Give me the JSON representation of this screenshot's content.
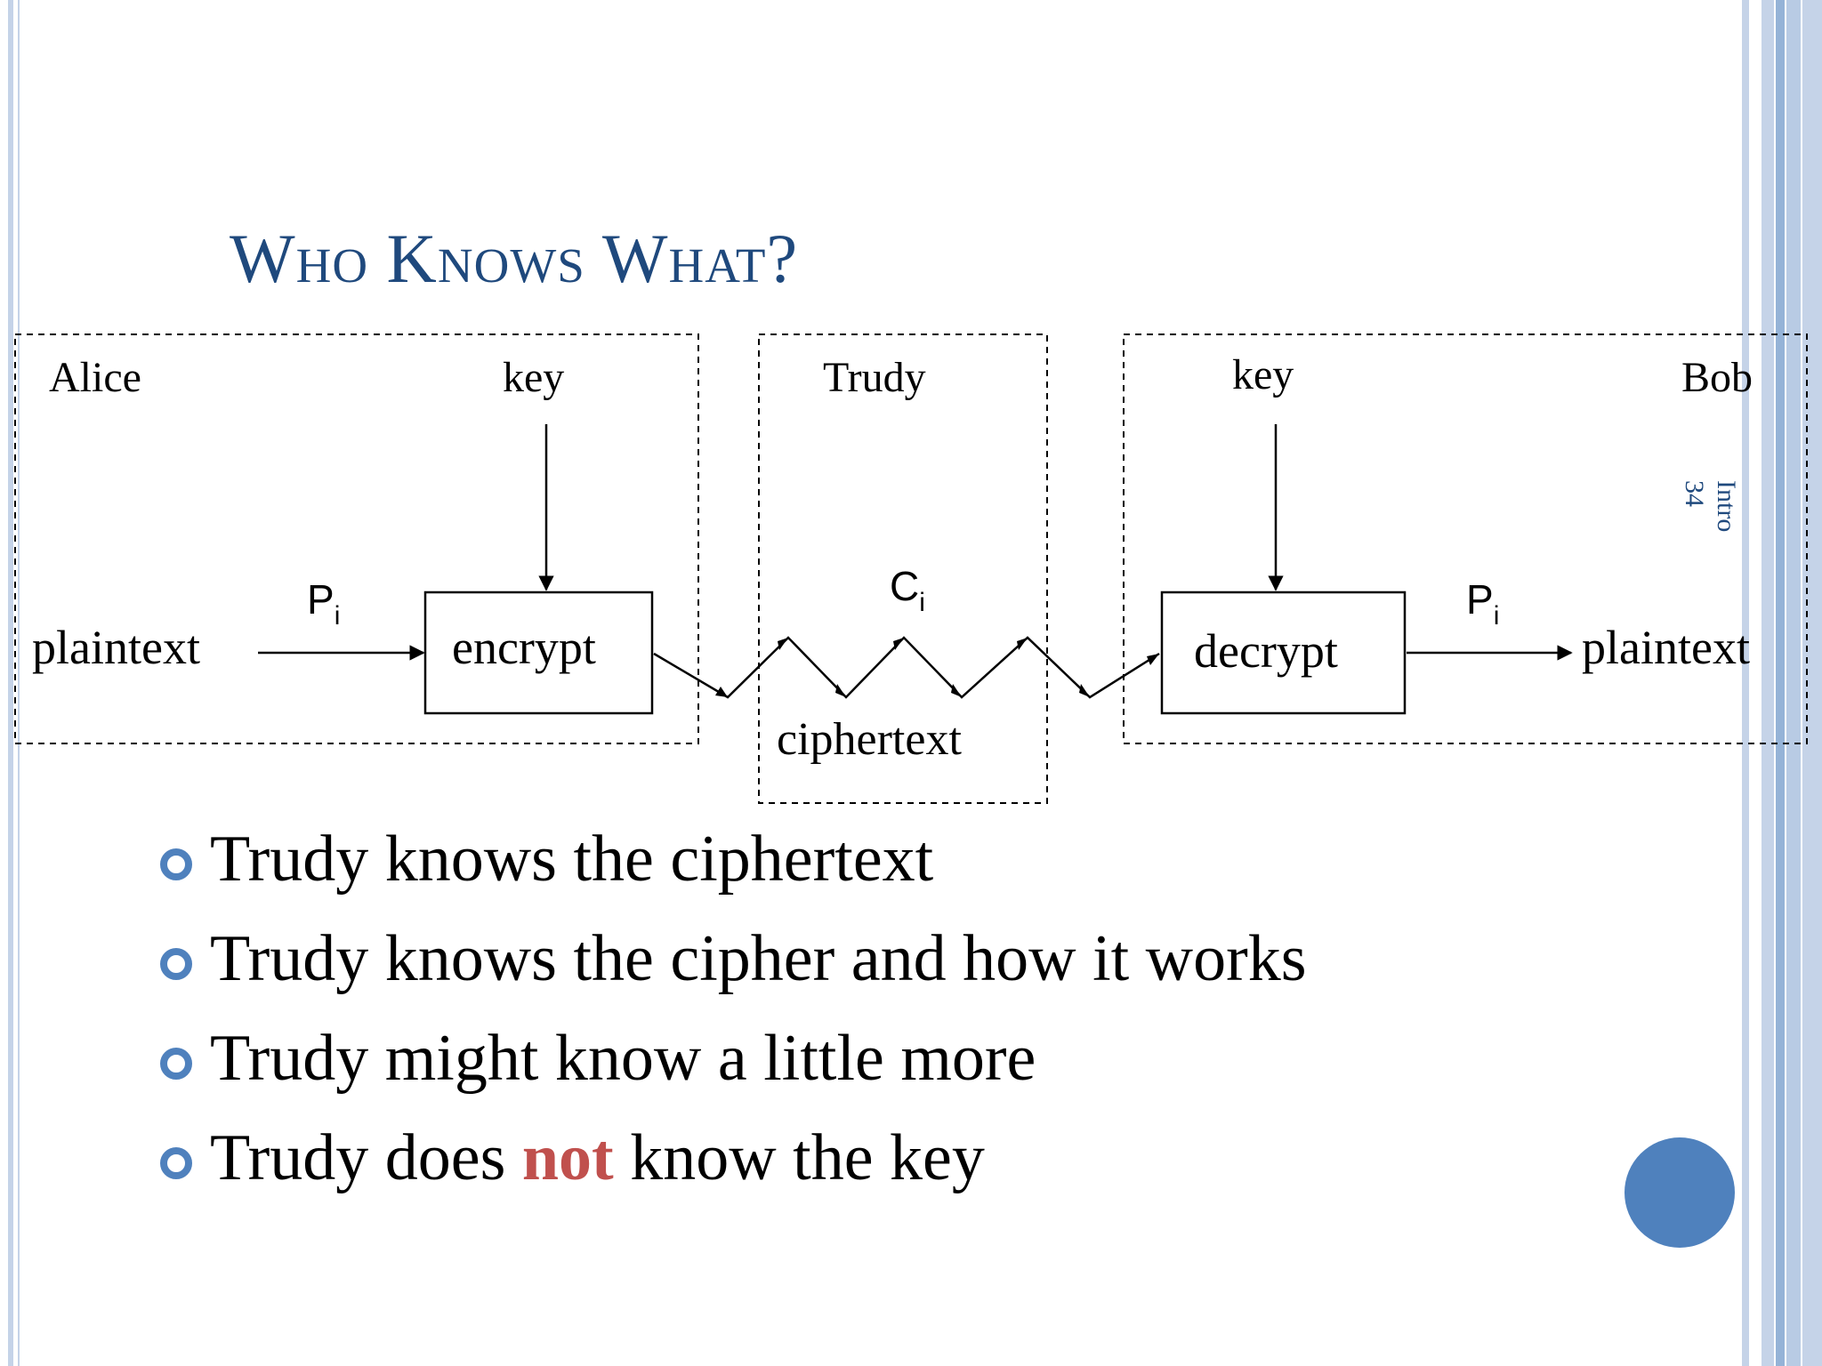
{
  "slide": {
    "title": "Who Knows What?",
    "slide_label": "Intro",
    "slide_number": "34"
  },
  "diagram": {
    "alice_label": "Alice",
    "trudy_label": "Trudy",
    "bob_label": "Bob",
    "key_left": "key",
    "key_right": "key",
    "plaintext_left": "plaintext",
    "plaintext_right": "plaintext",
    "encrypt_label": "encrypt",
    "decrypt_label": "decrypt",
    "p_symbol": "P",
    "c_symbol": "C",
    "subscript": "i",
    "ciphertext_label": "ciphertext"
  },
  "bullets": [
    {
      "parts": [
        {
          "text": "Trudy knows the ciphertext"
        }
      ]
    },
    {
      "parts": [
        {
          "text": "Trudy knows the cipher and how it works"
        }
      ]
    },
    {
      "parts": [
        {
          "text": "Trudy might know a little more"
        }
      ]
    },
    {
      "parts": [
        {
          "text": "Trudy does "
        },
        {
          "text": "not",
          "emphasis": true
        },
        {
          "text": " know the key"
        }
      ]
    }
  ],
  "colors": {
    "title": "#1f497d",
    "bullet": "#4f81bd",
    "emphasis": "#c0504d",
    "border_light": "#c5d3e8",
    "border_mid": "#95b3d7",
    "circle": "#4f81bd",
    "text": "#000000"
  }
}
